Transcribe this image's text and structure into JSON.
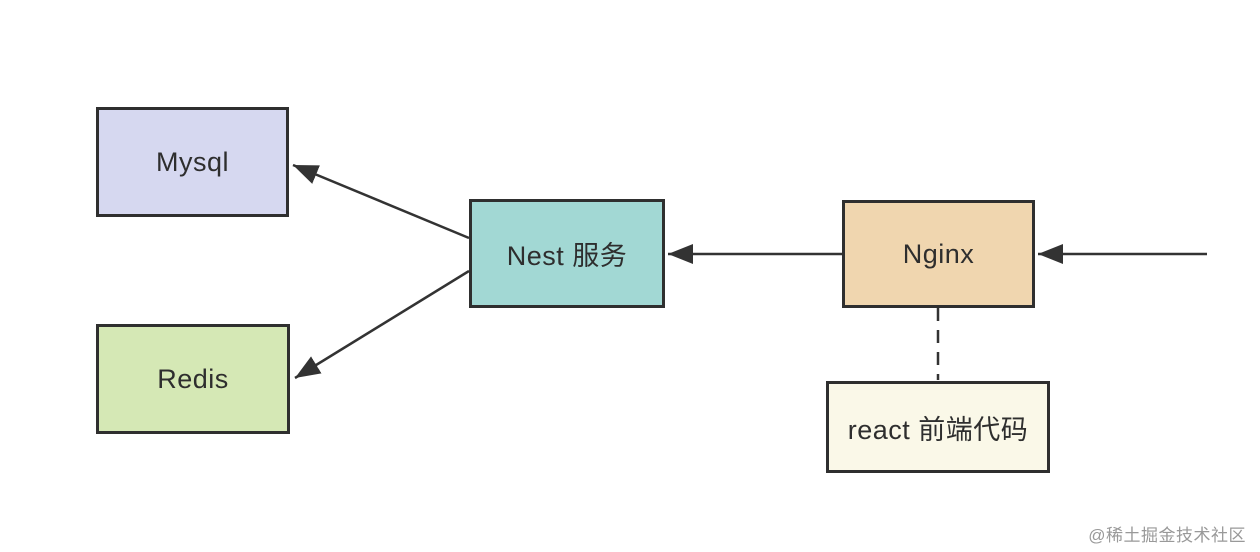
{
  "nodes": {
    "mysql": {
      "label": "Mysql",
      "fill": "#d6d8f0"
    },
    "redis": {
      "label": "Redis",
      "fill": "#d5e8b5"
    },
    "nest": {
      "label": "Nest 服务",
      "fill": "#a2d8d4"
    },
    "nginx": {
      "label": "Nginx",
      "fill": "#f0d6af"
    },
    "react": {
      "label": "react 前端代码",
      "fill": "#faf8e8"
    }
  },
  "edges": [
    {
      "from": "nest",
      "to": "mysql",
      "style": "solid",
      "arrowhead": "at-mysql"
    },
    {
      "from": "nest",
      "to": "redis",
      "style": "solid",
      "arrowhead": "at-redis"
    },
    {
      "from": "nginx",
      "to": "nest",
      "style": "solid",
      "arrowhead": "at-nest"
    },
    {
      "from": "external-right",
      "to": "nginx",
      "style": "solid",
      "arrowhead": "at-nginx"
    },
    {
      "from": "nginx",
      "to": "react",
      "style": "dashed",
      "arrowhead": "none"
    }
  ],
  "colors": {
    "background": "#ffffff",
    "node_border": "#2f2f2f",
    "edge_line": "#333333",
    "label_text": "#2e2e2e",
    "watermark_text": "#999999"
  },
  "watermark": {
    "text": "@稀土掘金技术社区"
  }
}
